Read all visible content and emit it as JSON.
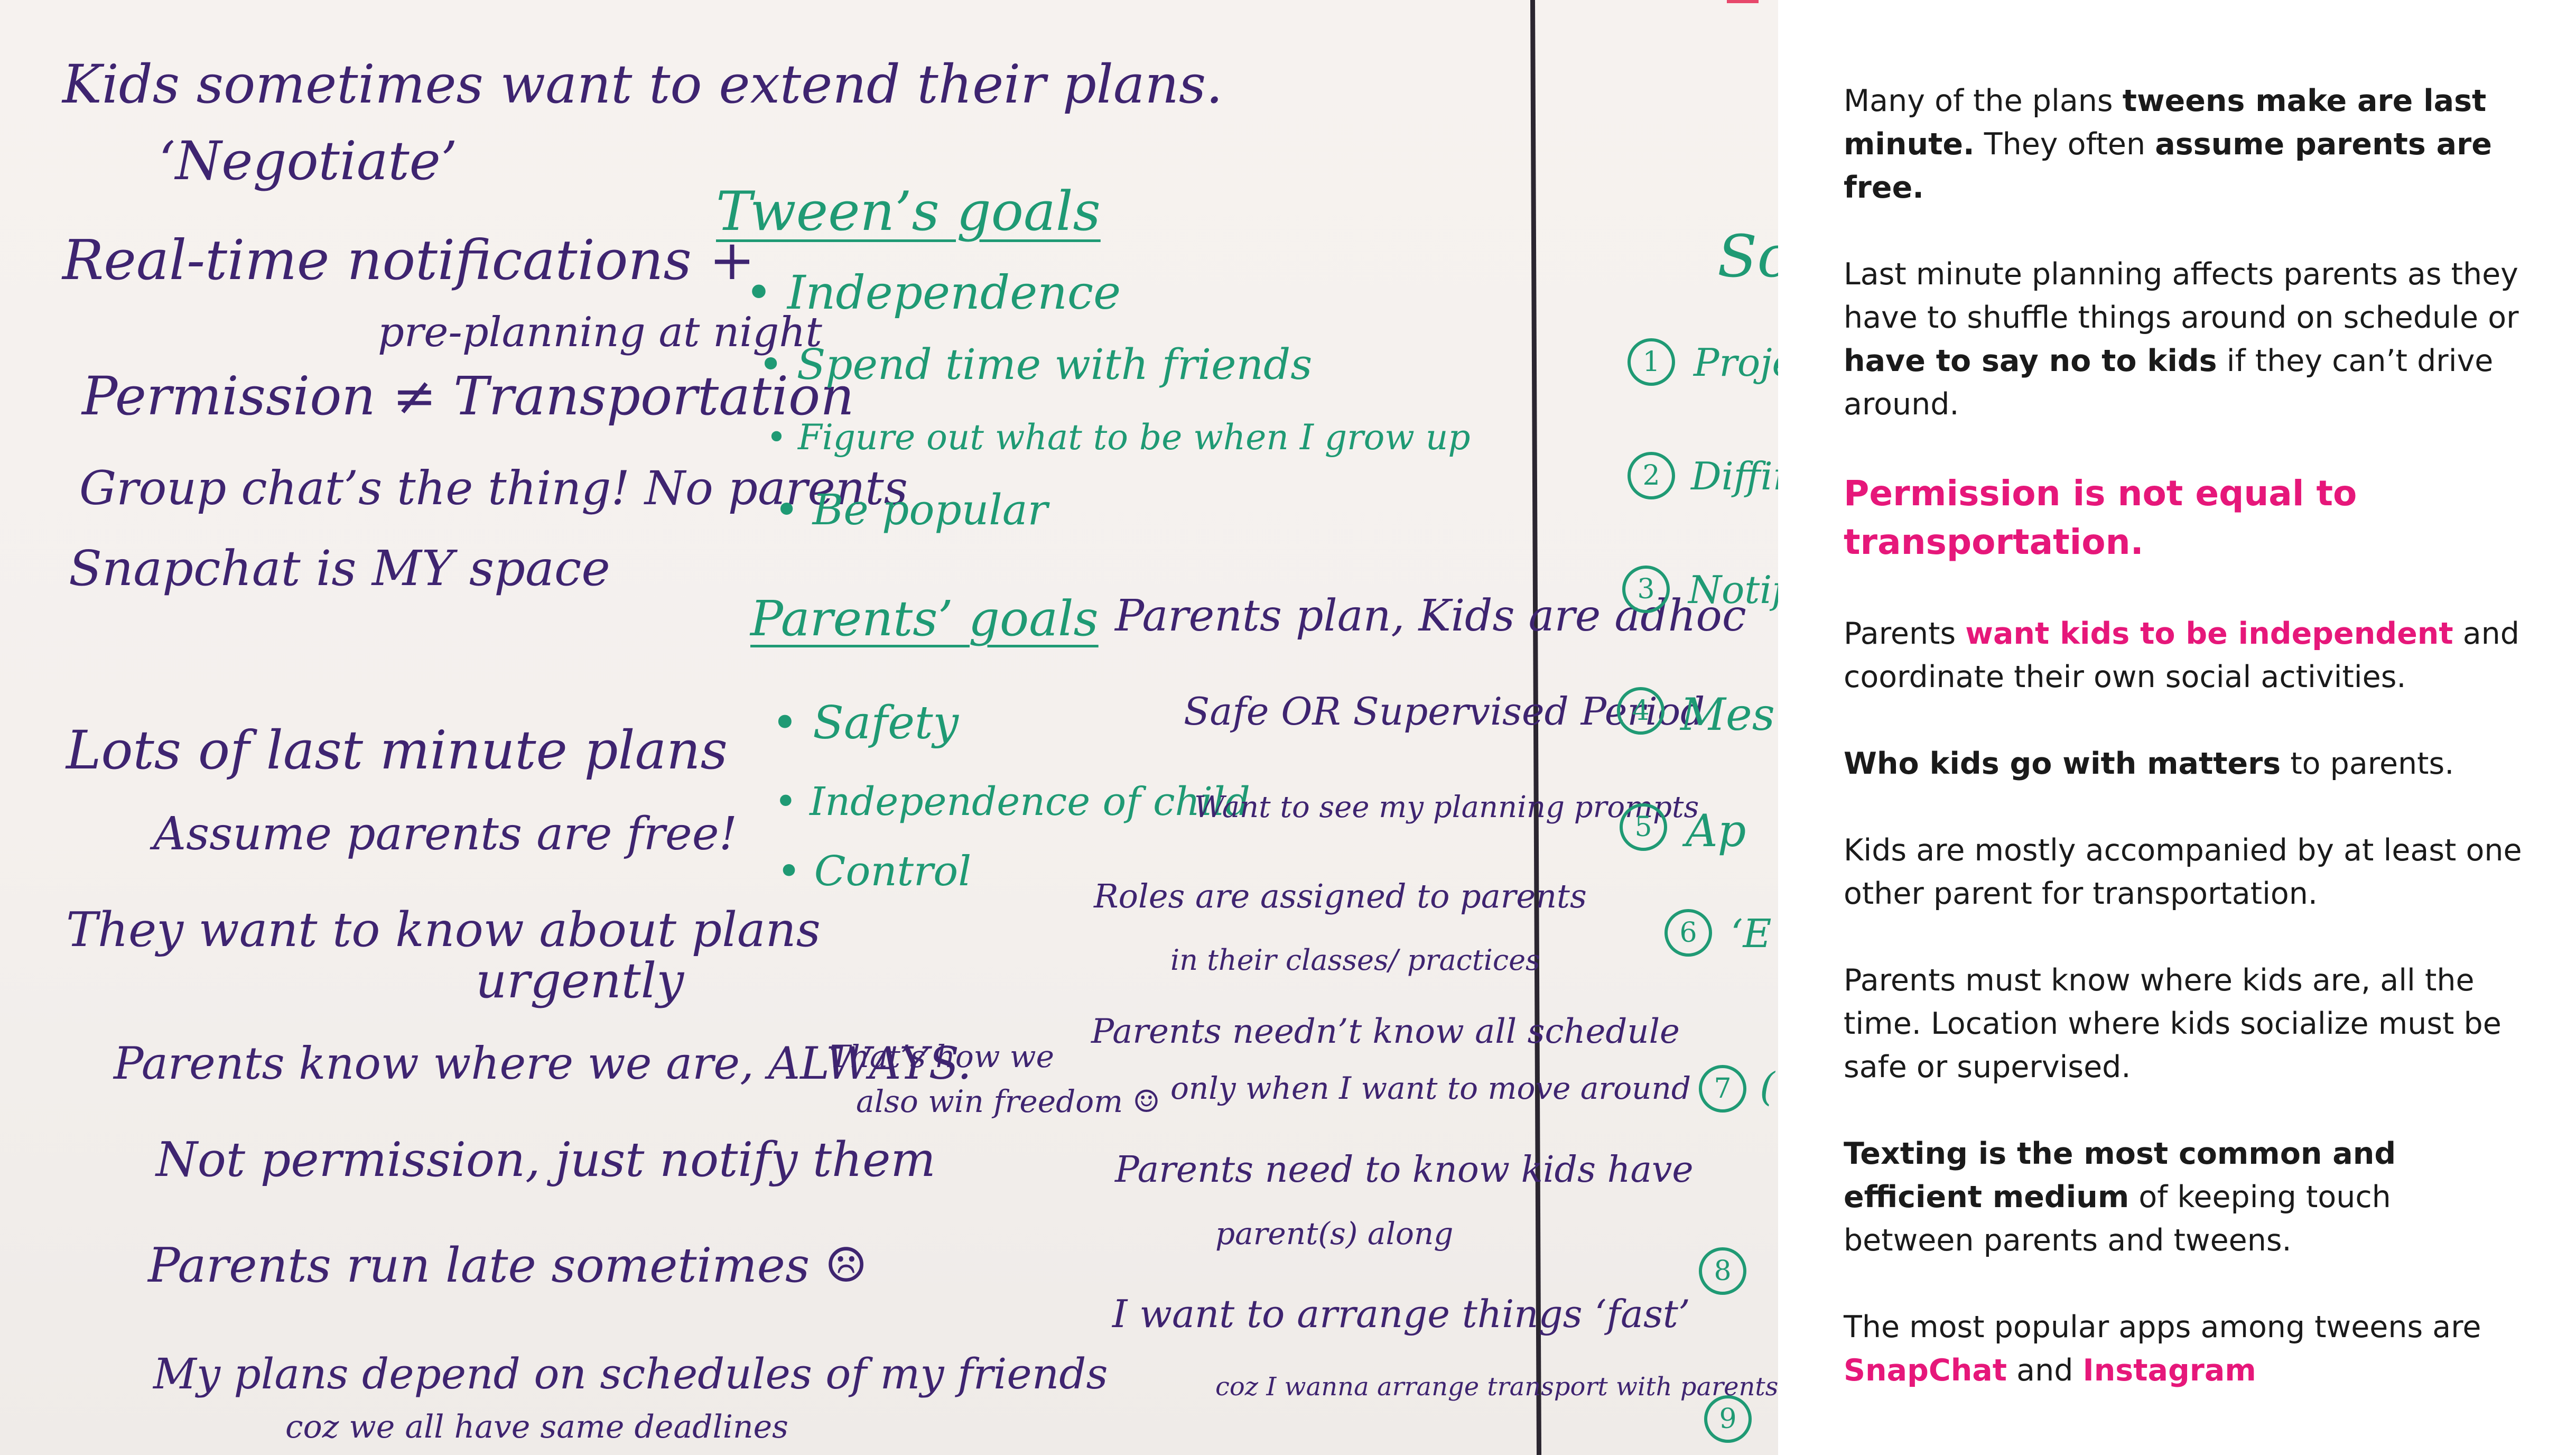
{
  "whiteboard": {
    "left_column": [
      "Kids sometimes want to extend their plans.",
      "‘Negotiate’",
      "Real-time notifications +",
      "pre-planning at night",
      "Permission ≠ Transportation",
      "Group chat’s the thing! No parents",
      "Snapchat is MY space",
      "Lots of last minute plans",
      "Assume parents are free!",
      "They want to know about plans",
      "urgently",
      "Parents know where we are, ALWAYS.",
      "That’s how we",
      "also win freedom ☺",
      "Not permission, just notify them",
      "Parents run late sometimes ☹",
      "My plans depend on schedules of my friends",
      "coz we all have same deadlines"
    ],
    "tween_goals": {
      "heading": "Tween’s goals",
      "items": [
        "• Independence",
        "• Spend time with friends",
        "• Figure out what to be when I grow up",
        "• Be popular"
      ]
    },
    "parent_goals": {
      "heading": "Parents’ goals",
      "items": [
        "• Safety",
        "• Independence of child",
        "• Control"
      ]
    },
    "middle_column": [
      "Parents plan, Kids are adhoc",
      "Safe OR Supervised Period",
      "Want to see my planning prompts",
      "Roles are assigned to parents",
      "in their classes/ practices",
      "Parents needn’t know all schedule",
      "only when I want to move around",
      "Parents need to know kids have",
      "parent(s) along",
      "I want to arrange things ‘fast’",
      "coz I wanna arrange transport with parents"
    ],
    "right_column": {
      "heading": "Sce",
      "numbers": [
        "1",
        "2",
        "3",
        "4",
        "5",
        "6",
        "7",
        "8",
        "9"
      ],
      "fragments": [
        "Project",
        "Diffint",
        "Notific",
        "Mes",
        "Ap",
        "‘E",
        "(",
        "",
        ""
      ]
    }
  },
  "panel": {
    "p1": [
      "Many of the plans ",
      "tweens make are last minute.",
      " They often ",
      "assume parents are free."
    ],
    "p2": [
      "Last minute planning affects parents as they have to shuffle things around on schedule or ",
      "have to say no to kids",
      " if they can’t drive around."
    ],
    "p3": "Permission is not equal to transportation.",
    "p4": [
      "Parents ",
      "want kids to be independent",
      " and coordinate their own social activities."
    ],
    "p5": [
      "Who kids go with matters",
      " to parents."
    ],
    "p6": "Kids are mostly accompanied by at least one other parent for transportation.",
    "p7": "Parents must know where kids are, all the time. Location where kids socialize must be safe or supervised.",
    "p8": [
      "Texting is the most common and efficient medium",
      " of keeping touch between parents and tweens."
    ],
    "p9": [
      "The most popular apps  among tweens are ",
      "SnapChat",
      " and ",
      "Instagram"
    ]
  },
  "colors": {
    "accent_pink": "#e6177a",
    "ink_purple": "#3e2470",
    "ink_green": "#1f9a74"
  }
}
